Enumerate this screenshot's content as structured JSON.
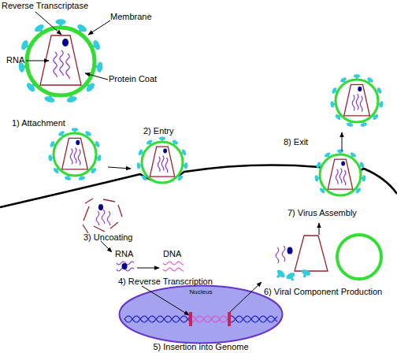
{
  "diagram": {
    "nodes": [
      {
        "text": [
          "Nucleus"
        ]
      }
    ],
    "labels": [
      "Reverse Transcriptase",
      "Membrane",
      "RNA",
      "Protein Coat",
      "1) Attachment",
      "2) Entry",
      "8) Exit",
      "3) Uncoating",
      "RNA",
      "DNA",
      "7) Virus Assembly",
      "4) Reverse Transcription",
      "6) Viral Component Production",
      "5) Insertion into Genome"
    ]
  }
}
